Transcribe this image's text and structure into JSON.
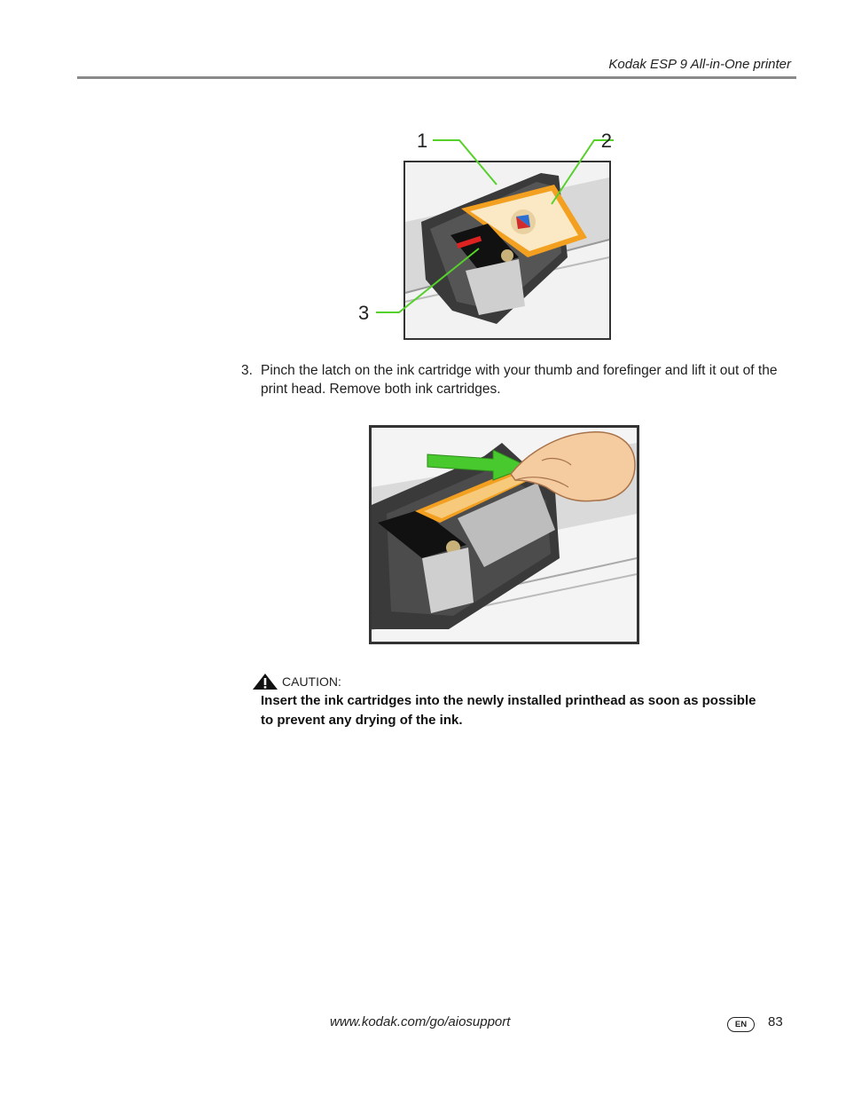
{
  "header": {
    "title": "Kodak ESP 9 All-in-One printer"
  },
  "figure1": {
    "callouts": [
      "1",
      "2",
      "3"
    ]
  },
  "step": {
    "number": "3.",
    "text": "Pinch the latch on the ink cartridge with your thumb and forefinger and lift it out of the print head. Remove both ink cartridges."
  },
  "caution": {
    "label": "CAUTION:",
    "text": "Insert the ink cartridges into the newly installed printhead as soon as possible to prevent any drying of the ink."
  },
  "footer": {
    "url": "www.kodak.com/go/aiosupport",
    "lang": "EN",
    "page": "83"
  },
  "colors": {
    "callout_green": "#55d12a",
    "cartridge_orange": "#f3a020",
    "arrow_green": "#48c92e",
    "rule_gray": "#8a8a8a"
  }
}
